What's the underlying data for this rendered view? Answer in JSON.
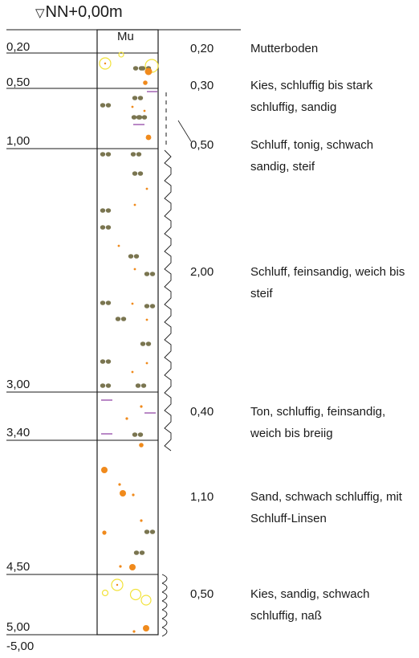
{
  "profile": {
    "reference_level": "NN+0,00m",
    "soil_code_top": "Mu",
    "bottom_level": "-5,00",
    "layers": [
      {
        "depth_label": "0,20",
        "thickness": "0,20",
        "description": "Mutterboden",
        "pattern": "topsoil"
      },
      {
        "depth_label": "0,50",
        "thickness": "0,30",
        "description": "Kies, schluffig bis stark schluffig, sandig",
        "pattern": "gravel-silt"
      },
      {
        "depth_label": "1,00",
        "thickness": "0,50",
        "description": "Schluff, tonig, schwach sandig, steif",
        "pattern": "silt-clay"
      },
      {
        "depth_label": "3,00",
        "thickness": "2,00",
        "description": "Schluff, feinsandig, weich bis steif",
        "pattern": "silt-sand"
      },
      {
        "depth_label": "3,40",
        "thickness": "0,40",
        "description": "Ton, schluffig, feinsandig, weich bis breiig",
        "pattern": "clay"
      },
      {
        "depth_label": "4,50",
        "thickness": "1,10",
        "description": "Sand, schwach schluffig, mit Schluff-Linsen",
        "pattern": "sand"
      },
      {
        "depth_label": "5,00",
        "thickness": "0,50",
        "description": "Kies, sandig, schwach schluffig, naß",
        "pattern": "gravel-wet"
      }
    ]
  },
  "colors": {
    "line": "#1a1a1a",
    "silt_symbol": "#7a7550",
    "sand_dot": "#f08a1c",
    "gravel_ring": "#f2e23a",
    "clay_dash": "#8a3aa0"
  }
}
